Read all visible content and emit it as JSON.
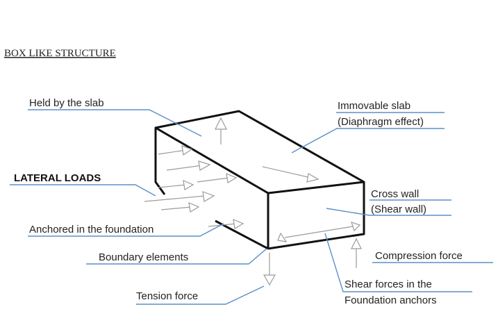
{
  "diagram": {
    "title": "BOX LIKE STRUCTURE",
    "labels": {
      "held_by_slab": "Held by the slab",
      "immovable_slab_1": "Immovable slab",
      "immovable_slab_2": "(Diaphragm effect)",
      "lateral_loads": "LATERAL LOADS",
      "cross_wall_1": "Cross wall",
      "cross_wall_2": "(Shear wall)",
      "anchored": "Anchored in the foundation",
      "boundary": "Boundary elements",
      "compression": "Compression force",
      "tension": "Tension force",
      "shear_1": "Shear forces in the",
      "shear_2": "Foundation anchors"
    },
    "colors": {
      "leader": "#5b8fc9",
      "arrow": "#9a9a9a",
      "edge": "#111111"
    }
  }
}
